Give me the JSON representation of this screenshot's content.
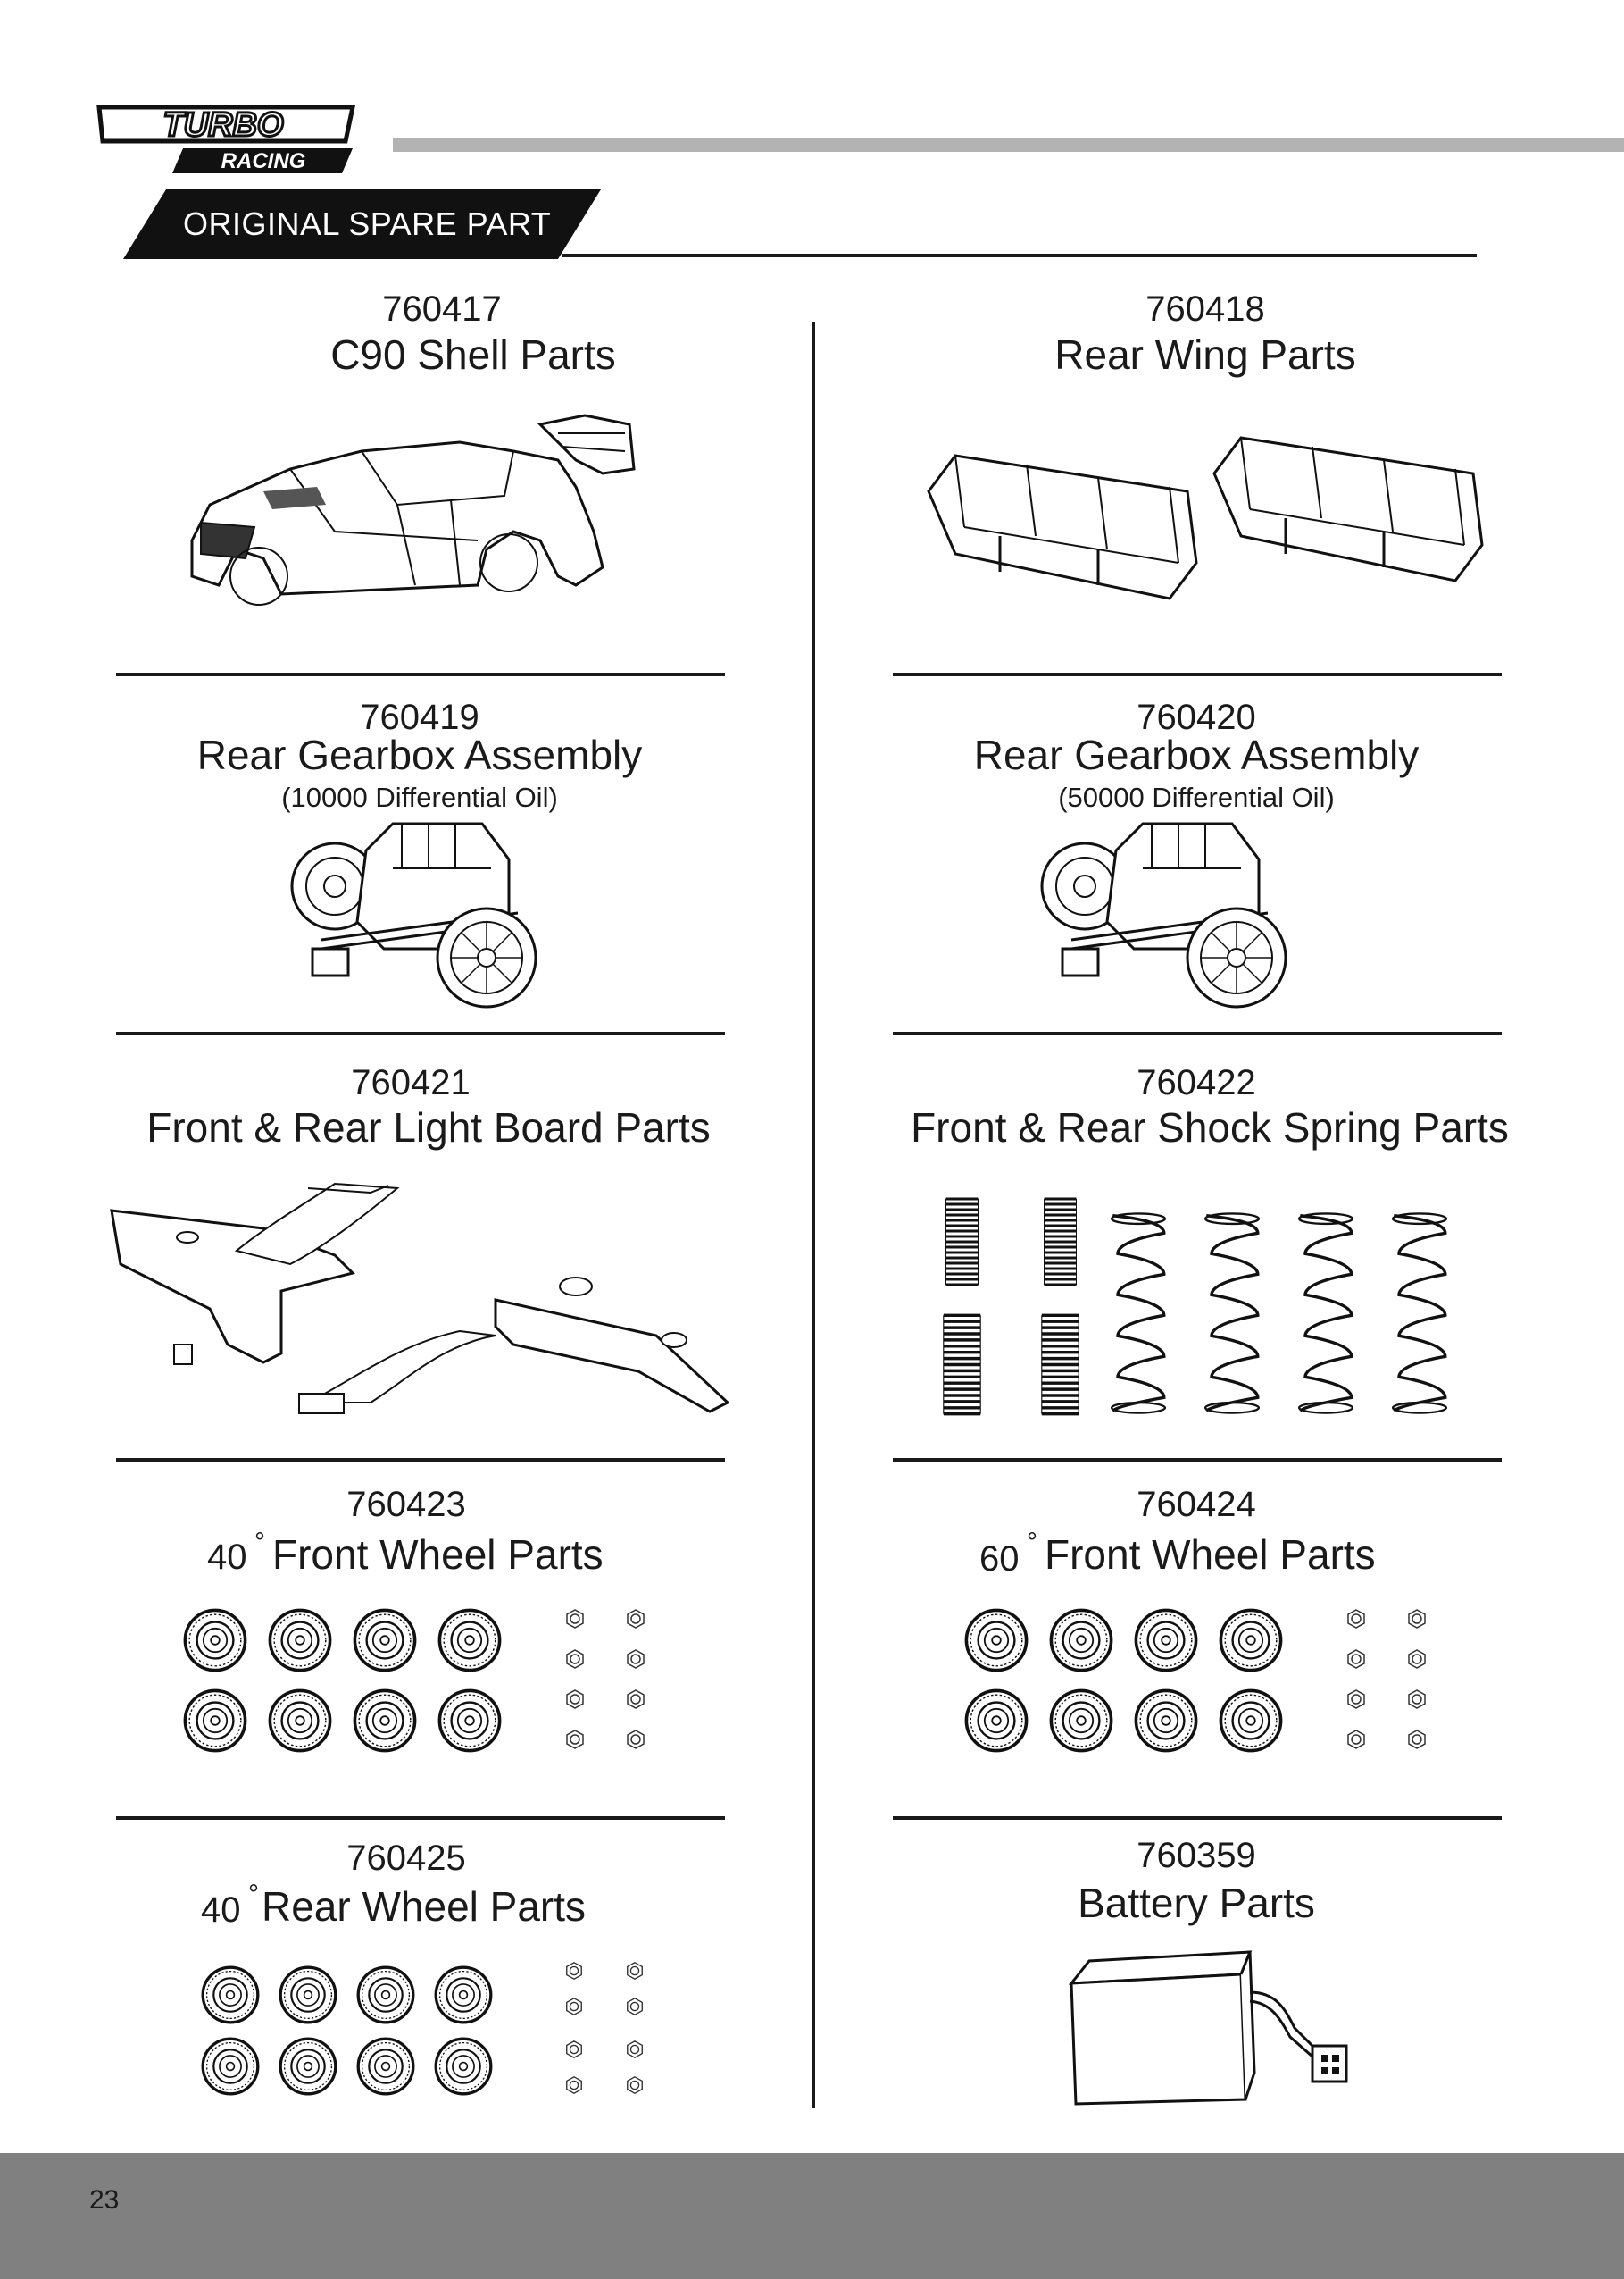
{
  "header": {
    "brand": "TURBO",
    "brand_sub": "RACING",
    "banner": "ORIGINAL SPARE PART"
  },
  "parts": [
    {
      "code": "760417",
      "name": "C90 Shell Parts",
      "icon": "car-shell-icon"
    },
    {
      "code": "760418",
      "name": "Rear Wing Parts",
      "icon": "rear-wing-icon"
    },
    {
      "code": "760419",
      "name": "Rear Gearbox Assembly",
      "note": "(10000 Differential Oil)",
      "icon": "gearbox-icon"
    },
    {
      "code": "760420",
      "name": "Rear Gearbox Assembly",
      "note": "(50000 Differential Oil)",
      "icon": "gearbox-icon"
    },
    {
      "code": "760421",
      "name": "Front & Rear Light Board Parts",
      "icon": "light-board-icon"
    },
    {
      "code": "760422",
      "name": "Front & Rear Shock Spring Parts",
      "icon": "shock-spring-icon"
    },
    {
      "code": "760423",
      "prefix": "40",
      "degree": "°",
      "name": "Front Wheel Parts",
      "icon": "wheel-icon"
    },
    {
      "code": "760424",
      "prefix": "60",
      "degree": "°",
      "name": "Front Wheel Parts",
      "icon": "wheel-icon"
    },
    {
      "code": "760425",
      "prefix": "40",
      "degree": "°",
      "name": "Rear Wheel Parts",
      "icon": "wheel-icon"
    },
    {
      "code": "760359",
      "name": "Battery Parts",
      "icon": "battery-icon"
    }
  ],
  "footer": {
    "page": "23"
  }
}
